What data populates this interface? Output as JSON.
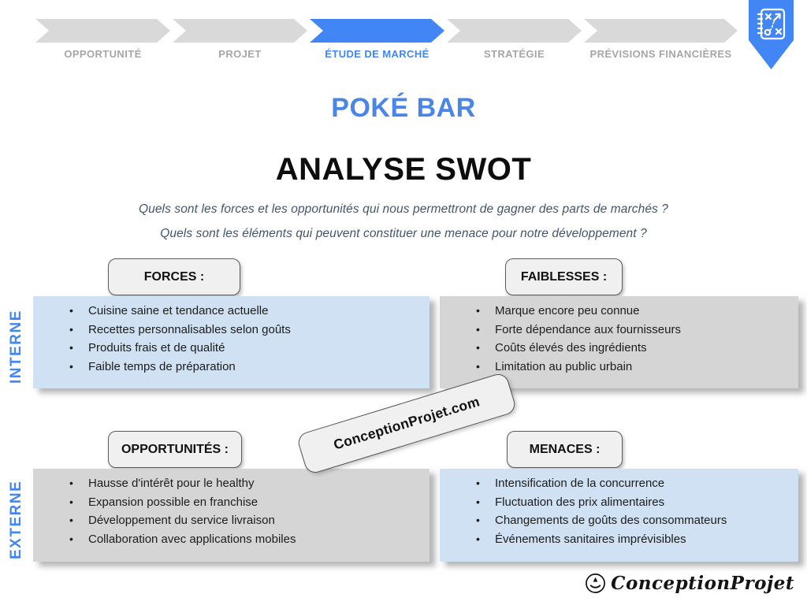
{
  "colors": {
    "accent_blue": "#4285f4",
    "title_blue": "#4a86e8",
    "panel_blue": "#cfe1f2",
    "panel_gray": "#d5d5d5",
    "inactive_chevron_gray": "#d9d9d9",
    "muted_label_gray": "#a6a6a6"
  },
  "nav": {
    "steps": [
      {
        "label": "OPPORTUNITÉ"
      },
      {
        "label": "PROJET"
      },
      {
        "label": "ÉTUDE DE MARCHÉ"
      },
      {
        "label": "STRATÉGIE"
      },
      {
        "label": "PRÉVISIONS FINANCIÈRES"
      }
    ],
    "active_step": "ÉTUDE DE MARCHÉ"
  },
  "header": {
    "title": "POKÉ BAR",
    "subtitle": "ANALYSE SWOT",
    "questions": [
      "Quels sont les forces et les opportunités qui nous permettront de gagner des parts de marchés ?",
      "Quels sont les éléments qui peuvent constituer une menace pour notre développement ?"
    ]
  },
  "axes": {
    "internal": "INTERNE",
    "external": "EXTERNE"
  },
  "quadrants": [
    {
      "label": "FORCES :",
      "items": [
        "Cuisine saine et tendance actuelle",
        "Recettes personnalisables selon goûts",
        "Produits frais et de qualité",
        "Faible temps de préparation"
      ]
    },
    {
      "label": "FAIBLESSES :",
      "items": [
        "Marque encore peu connue",
        "Forte dépendance aux fournisseurs",
        "Coûts élevés des ingrédients",
        "Limitation au public urbain"
      ]
    },
    {
      "label": "OPPORTUNITÉS :",
      "items": [
        "Hausse d'intérêt pour le healthy",
        "Expansion possible en franchise",
        "Développement du service livraison",
        "Collaboration avec applications mobiles"
      ]
    },
    {
      "label": "MENACES :",
      "items": [
        "Intensification de la concurrence",
        "Fluctuation des prix alimentaires",
        "Changements de goûts des consommateurs",
        "Événements sanitaires imprévisibles"
      ]
    }
  ],
  "watermark": {
    "text": "ConceptionProjet.com"
  },
  "footer_logo": {
    "text": "ConceptionProjet"
  }
}
